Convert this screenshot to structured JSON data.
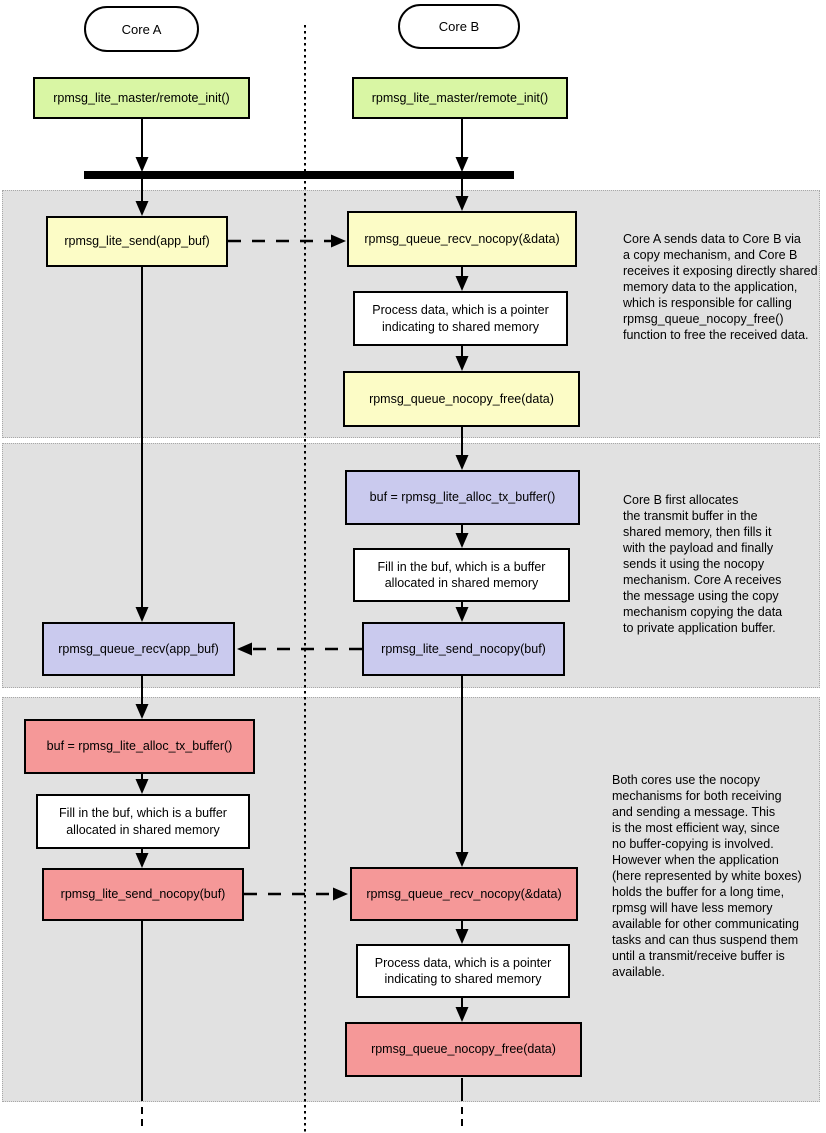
{
  "lifelines": {
    "core_a": "Core A",
    "core_b": "Core B"
  },
  "nodes": {
    "init_a": "rpmsg_lite_master/remote_init()",
    "init_b": "rpmsg_lite_master/remote_init()",
    "s1_send": "rpmsg_lite_send(app_buf)",
    "s1_recv_nocopy": "rpmsg_queue_recv_nocopy(&data)",
    "s1_process": "Process data, which is a pointer indicating to shared memory",
    "s1_free": "rpmsg_queue_nocopy_free(data)",
    "s2_alloc": "buf = rpmsg_lite_alloc_tx_buffer()",
    "s2_fill": "Fill in the buf, which is a buffer allocated in shared memory",
    "s2_send_nocopy": "rpmsg_lite_send_nocopy(buf)",
    "s2_recv": "rpmsg_queue_recv(app_buf)",
    "s3_alloc": "buf = rpmsg_lite_alloc_tx_buffer()",
    "s3_fill": "Fill in the buf, which is a buffer allocated in shared memory",
    "s3_send_nocopy": "rpmsg_lite_send_nocopy(buf)",
    "s3_recv_nocopy": "rpmsg_queue_recv_nocopy(&data)",
    "s3_process": "Process data, which is a pointer indicating to shared memory",
    "s3_free": "rpmsg_queue_nocopy_free(data)"
  },
  "notes": {
    "section1": "Core A sends data to Core B via\na copy mechanism, and Core B\nreceives it exposing directly shared\nmemory data to the application,\nwhich is responsible for calling\nrpmsg_queue_nocopy_free()\nfunction to free the received data.",
    "section2": "Core B first allocates\nthe transmit buffer in the\nshared memory, then fills it\nwith the payload and finally\nsends it using the nocopy\nmechanism. Core A receives\nthe message using the copy\nmechanism copying the data\nto private application buffer.",
    "section3": "Both cores use the nocopy\nmechanisms for both receiving\nand sending a message. This\nis the most efficient way, since\nno buffer-copying is involved.\nHowever when the application\n(here represented by white boxes)\nholds the buffer for a long time,\nrpmsg will have less memory\navailable for other communicating\ntasks and can thus suspend them\nuntil a transmit/receive buffer is\navailable."
  },
  "colors": {
    "init_fill": "#d9f6a4",
    "copy_fill": "#fcfcc6",
    "nocopy_tx_fill": "#cacaee",
    "nocopy_both_fill": "#f59898",
    "app_box_fill": "#ffffff",
    "section_bg": "#e1e1e1",
    "section_border": "#a8a8a8",
    "line": "#000000"
  }
}
